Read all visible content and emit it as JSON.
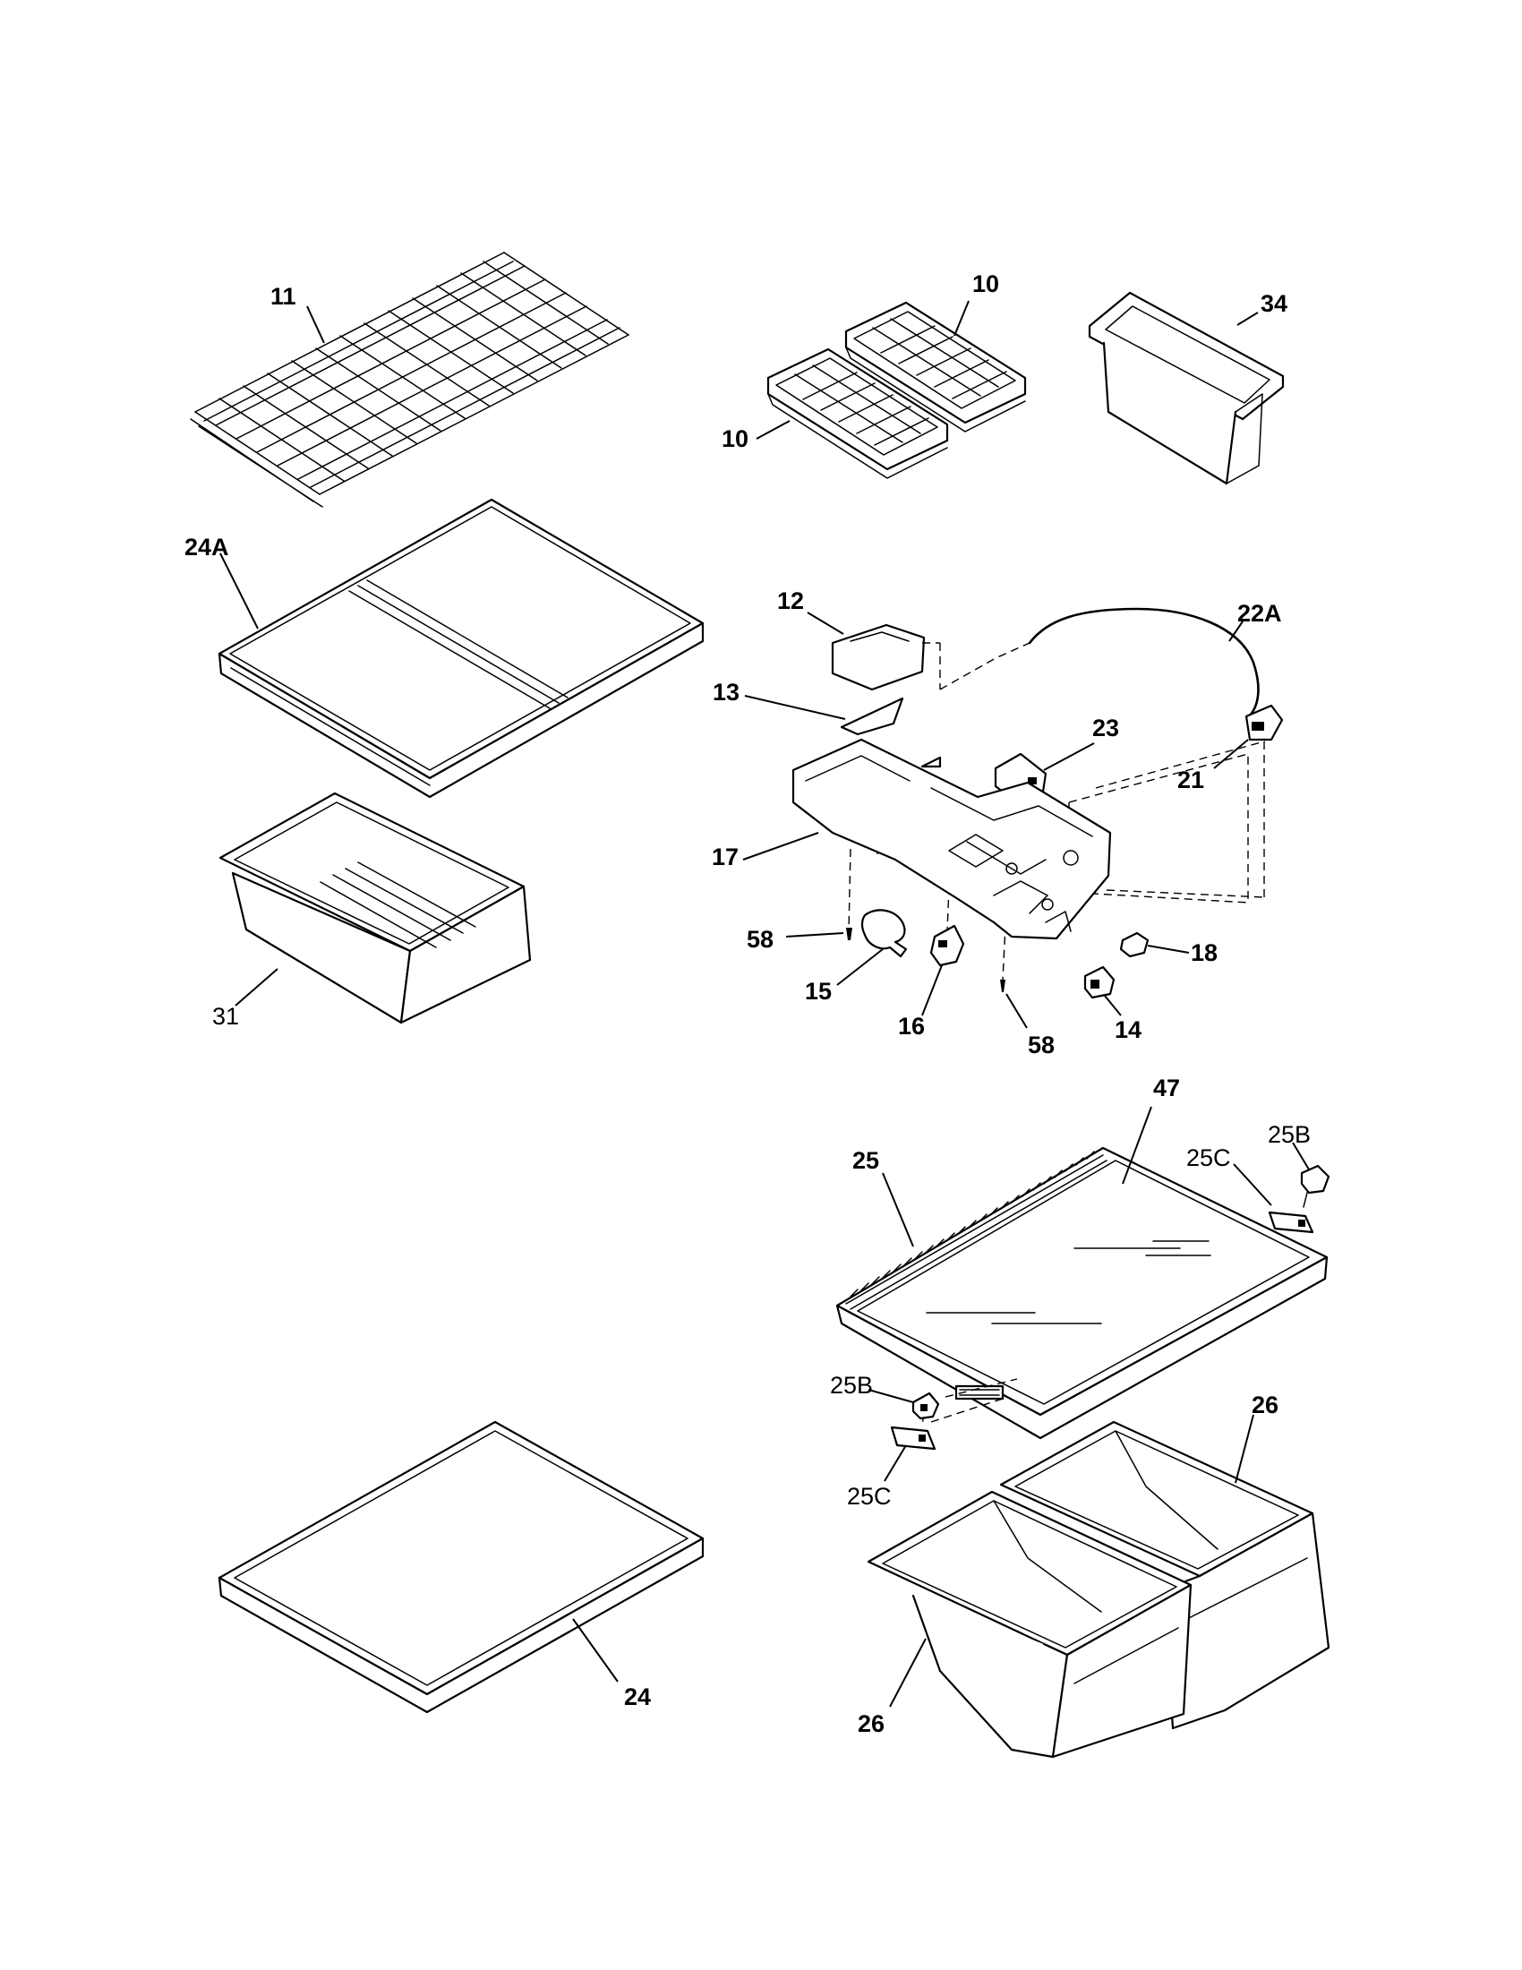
{
  "labels": {
    "p11": "11",
    "p10a": "10",
    "p10b": "10",
    "p34": "34",
    "p24A": "24A",
    "p12": "12",
    "p22A": "22A",
    "p13": "13",
    "p23": "23",
    "p21": "21",
    "p17": "17",
    "p58a": "58",
    "p18": "18",
    "p15": "15",
    "p16": "16",
    "p58b": "58",
    "p14": "14",
    "p31": "31",
    "p47": "47",
    "p25B_top": "25B",
    "p25C_top": "25C",
    "p25": "25",
    "p25B_mid": "25B",
    "p26_top": "26",
    "p25C_mid": "25C",
    "p24": "24",
    "p26_bot": "26"
  }
}
